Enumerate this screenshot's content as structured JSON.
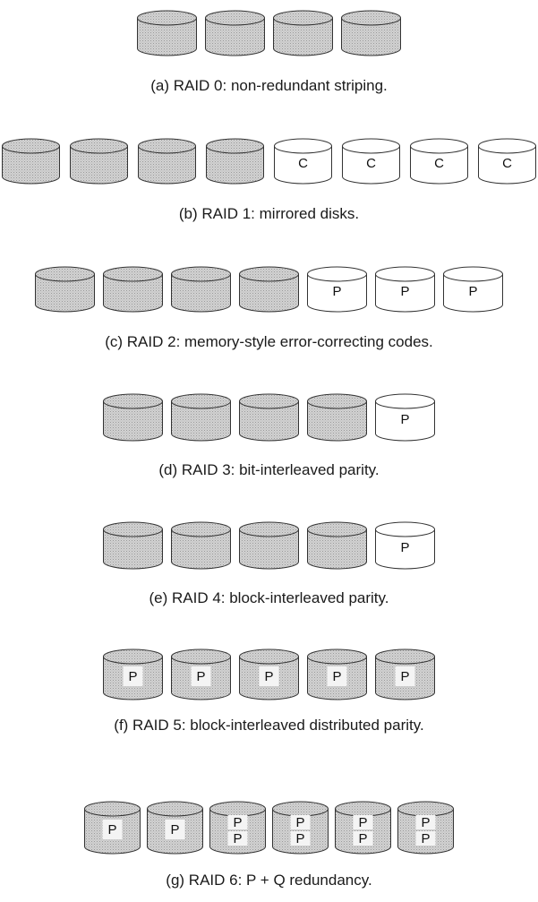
{
  "colors": {
    "shaded_fill": "#cfcfcf",
    "light_fill": "#ffffff",
    "stroke": "#333333",
    "caption_text": "#1a1a1a"
  },
  "levels": [
    {
      "caption": "(a) RAID 0: non-redundant striping.",
      "disks": [
        {
          "style": "shaded",
          "labels": []
        },
        {
          "style": "shaded",
          "labels": []
        },
        {
          "style": "shaded",
          "labels": []
        },
        {
          "style": "shaded",
          "labels": []
        }
      ]
    },
    {
      "caption": "(b) RAID 1: mirrored disks.",
      "disks": [
        {
          "style": "shaded",
          "labels": []
        },
        {
          "style": "shaded",
          "labels": []
        },
        {
          "style": "shaded",
          "labels": []
        },
        {
          "style": "shaded",
          "labels": []
        },
        {
          "style": "light",
          "labels": [
            "C"
          ]
        },
        {
          "style": "light",
          "labels": [
            "C"
          ]
        },
        {
          "style": "light",
          "labels": [
            "C"
          ]
        },
        {
          "style": "light",
          "labels": [
            "C"
          ]
        }
      ]
    },
    {
      "caption": "(c) RAID 2: memory-style error-correcting codes.",
      "disks": [
        {
          "style": "shaded",
          "labels": []
        },
        {
          "style": "shaded",
          "labels": []
        },
        {
          "style": "shaded",
          "labels": []
        },
        {
          "style": "shaded",
          "labels": []
        },
        {
          "style": "light",
          "labels": [
            "P"
          ]
        },
        {
          "style": "light",
          "labels": [
            "P"
          ]
        },
        {
          "style": "light",
          "labels": [
            "P"
          ]
        }
      ]
    },
    {
      "caption": "(d) RAID 3: bit-interleaved parity.",
      "disks": [
        {
          "style": "shaded",
          "labels": []
        },
        {
          "style": "shaded",
          "labels": []
        },
        {
          "style": "shaded",
          "labels": []
        },
        {
          "style": "shaded",
          "labels": []
        },
        {
          "style": "light",
          "labels": [
            "P"
          ]
        }
      ]
    },
    {
      "caption": "(e) RAID 4: block-interleaved parity.",
      "disks": [
        {
          "style": "shaded",
          "labels": []
        },
        {
          "style": "shaded",
          "labels": []
        },
        {
          "style": "shaded",
          "labels": []
        },
        {
          "style": "shaded",
          "labels": []
        },
        {
          "style": "light",
          "labels": [
            "P"
          ]
        }
      ]
    },
    {
      "caption": "(f) RAID 5: block-interleaved distributed parity.",
      "disks": [
        {
          "style": "shaded",
          "labels": [
            "P"
          ]
        },
        {
          "style": "shaded",
          "labels": [
            "P"
          ]
        },
        {
          "style": "shaded",
          "labels": [
            "P"
          ]
        },
        {
          "style": "shaded",
          "labels": [
            "P"
          ]
        },
        {
          "style": "shaded",
          "labels": [
            "P"
          ]
        }
      ]
    },
    {
      "caption": "(g) RAID 6: P + Q redundancy.",
      "disks": [
        {
          "style": "shaded",
          "labels": [
            "P"
          ]
        },
        {
          "style": "shaded",
          "labels": [
            "P"
          ]
        },
        {
          "style": "shaded",
          "labels": [
            "P",
            "P"
          ]
        },
        {
          "style": "shaded",
          "labels": [
            "P",
            "P"
          ]
        },
        {
          "style": "shaded",
          "labels": [
            "P",
            "P"
          ]
        },
        {
          "style": "shaded",
          "labels": [
            "P",
            "P"
          ]
        }
      ]
    }
  ]
}
